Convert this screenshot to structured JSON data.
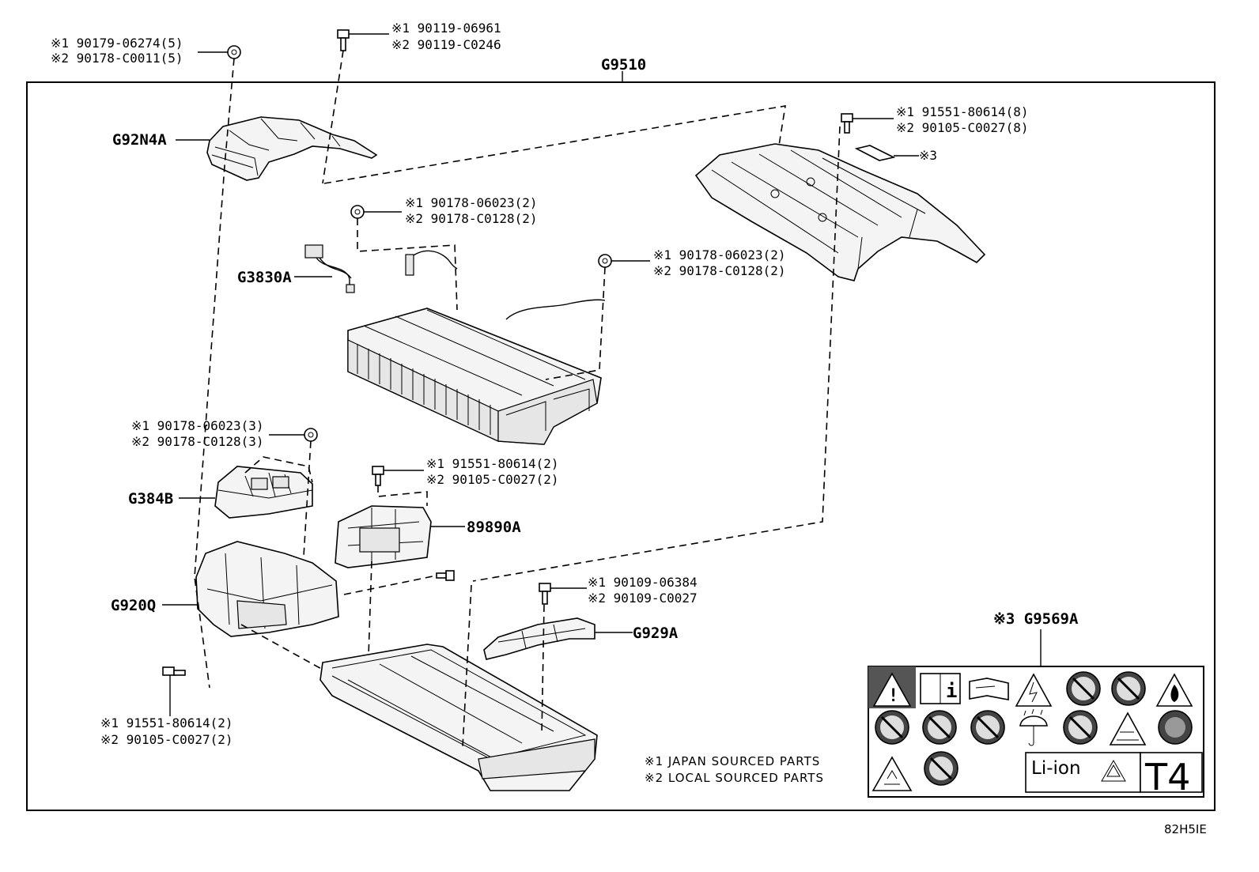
{
  "diagram": {
    "assembly_label": "G9510",
    "figure_code": "82H5IE",
    "fasteners": {
      "top_left_nut": {
        "line1": "※1 90179-06274(5)",
        "line2": "※2 90178-C0011(5)"
      },
      "top_bolt": {
        "line1": "※1 90119-06961",
        "line2": "※2 90119-C0246"
      },
      "mid_nut": {
        "line1": "※1 90178-06023(2)",
        "line2": "※2 90178-C0128(2)"
      },
      "right_nut": {
        "line1": "※1 90178-06023(2)",
        "line2": "※2 90178-C0128(2)"
      },
      "cover_bolt": {
        "line1": "※1 91551-80614(8)",
        "line2": "※2 90105-C0027(8)"
      },
      "left_nut": {
        "line1": "※1 90178-06023(3)",
        "line2": "※2 90178-C0128(3)"
      },
      "ecu_bolt": {
        "line1": "※1 91551-80614(2)",
        "line2": "※2 90105-C0027(2)"
      },
      "bracket_bolt": {
        "line1": "※1 90109-06384",
        "line2": "※2 90109-C0027"
      },
      "bottom_bolt": {
        "line1": "※1 91551-80614(2)",
        "line2": "※2 90105-C0027(2)"
      }
    },
    "parts": {
      "duct": "G92N4A",
      "wire": "G3830A",
      "block": "G384B",
      "ecu": "89890A",
      "bracket_left": "G920Q",
      "bracket_right": "G929A",
      "label_ref": "※3",
      "caution_label": "※3 G9569A"
    },
    "notes": {
      "japan": "※1 JAPAN SOURCED PARTS",
      "local": "※2 LOCAL SOURCED PARTS"
    },
    "caution_plate": {
      "battery_text": "Li-ion",
      "class_text": "T4"
    }
  }
}
